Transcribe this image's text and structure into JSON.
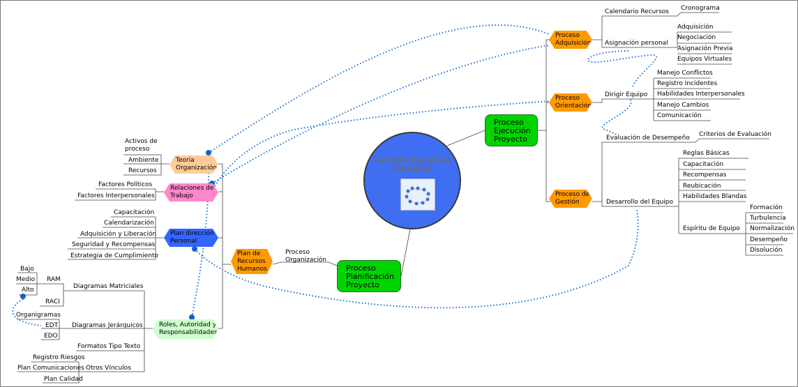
{
  "central": {
    "title": "Gestión Recursos\nHumanos",
    "icon": "team-circle-icon"
  },
  "branches": {
    "ejecucion": "Proceso\nEjecución\nProyecto",
    "planificacion": "Proceso\nPlanificación\nProyecto",
    "proceso_organizacion": "Proceso\nOrganización"
  },
  "right": {
    "adquisicion": "Proceso\nAdquisición",
    "orientacion": "Proceso\nOrientación",
    "gestion": "Proceso de\nGestión",
    "calendario_recursos": "Calendario Recursos",
    "cronograma": "Cronograma",
    "asignacion_personal": "Asignación personal",
    "asignacion_items": [
      "Adquisición",
      "Negociación",
      "Asignación Previa",
      "Equipos Virtuales"
    ],
    "dirigir_equipo": "Dirigir Equipo",
    "dirigir_items": [
      "Manejo Conflictos",
      "Registro Incidentes",
      "Habilidades Interpersonales",
      "Manejo Cambios",
      "Comunicación"
    ],
    "evaluacion": "Evaluación de Desempeño",
    "criterios": "Criterios de Evaluación",
    "desarrollo": "Desarrollo del Equipo",
    "desarrollo_items": [
      "Reglas Básicas",
      "Capacitación",
      "Recompensas",
      "Reubicación",
      "Habilidades Blandas"
    ],
    "espiritu": "Espíritu de Equipo",
    "espiritu_items": [
      "Formación",
      "Turbulencia",
      "Normalización",
      "Desempeño",
      "Disolución"
    ]
  },
  "left": {
    "plan_rh": "Plan de\nRecursos\nHumanos",
    "teoria": "Teoría\nOrganización",
    "teoria_items": [
      "Activos de\nproceso",
      "Ambiente",
      "Recursos"
    ],
    "relaciones": "Relaciones de\nTrabajo",
    "relaciones_items": [
      "Factores Políticos",
      "Factores Interpersonales"
    ],
    "plan_direccion": "Plan dirección\nPersonal",
    "plan_direccion_items": [
      "Capacitación",
      "Calendarización",
      "Adquisición y Liberación",
      "Seguridad y Recompensas",
      "Estrategia de Cumplimiento"
    ],
    "roles": "Roles, Autoridad y\nResponsabilidades",
    "diagramas_matriciales": "Diagramas Matriciales",
    "ram": "RAM",
    "ram_items": [
      "Bajo",
      "Medio",
      "Alto"
    ],
    "raci": "RACI",
    "diagramas_jerarquicos": "Diagramas Jerárquicos",
    "organigramas": "Organigramas",
    "edt": "EDT",
    "edo": "EDO",
    "formatos": "Formatos Tipo Texto",
    "otros": "Otros Vínculos",
    "otros_items": [
      "Registro Riesgos",
      "Plan Comunicaciones",
      "Plan Calidad"
    ]
  },
  "colors": {
    "central": "#3f6ef2",
    "green": "#00d400",
    "orange": "#ff9900",
    "peach": "#ffcc99",
    "pink": "#ff88cc",
    "blue": "#3366ff",
    "lightgreen": "#ccffcc",
    "link": "#1a6fd6"
  }
}
